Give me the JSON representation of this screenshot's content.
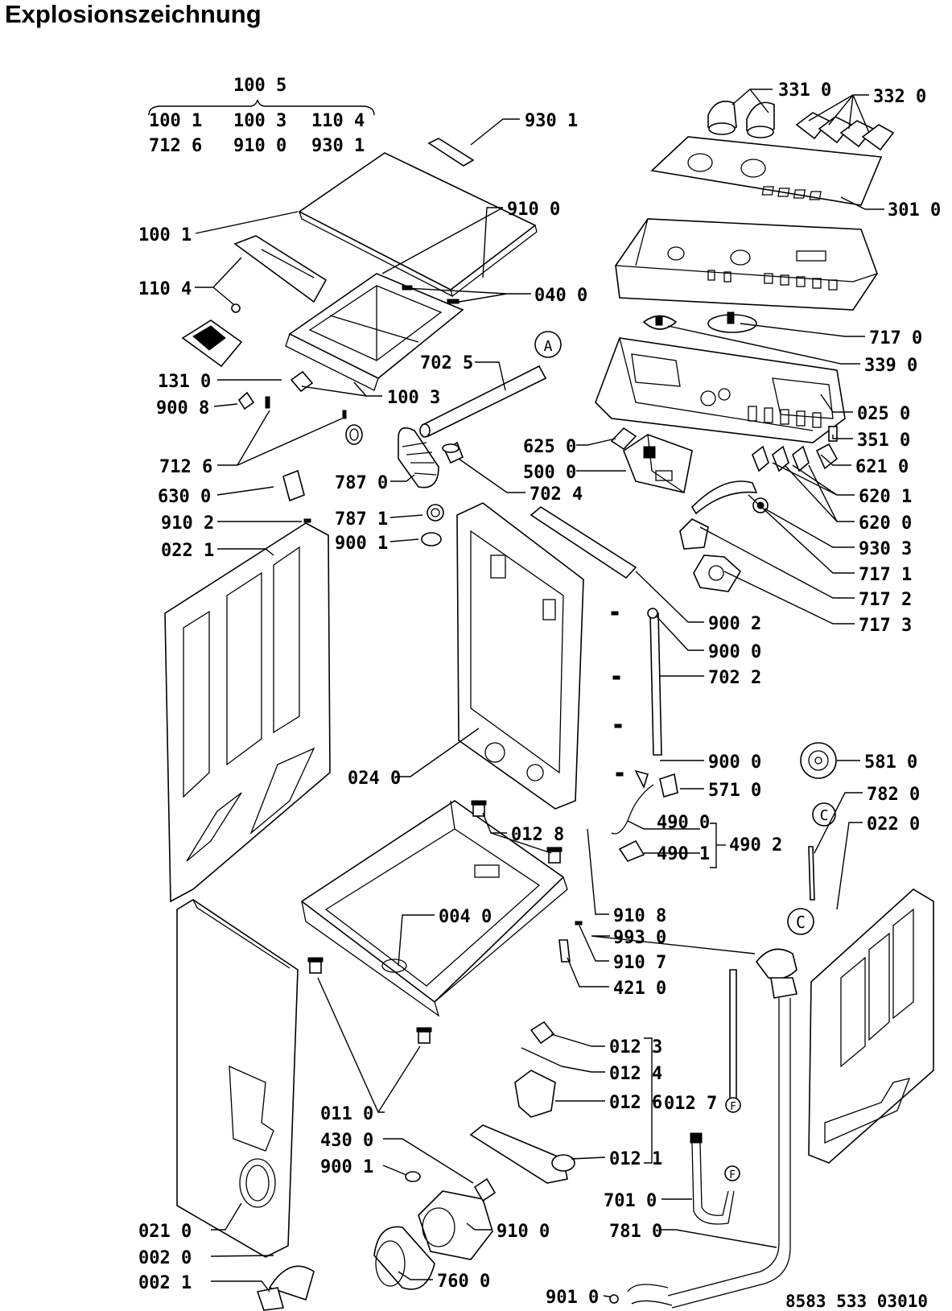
{
  "title": "Explosionszeichnung",
  "document_number": "8583 533 03010",
  "kit_group": {
    "code": "100 5",
    "members_row1": [
      "100 1",
      "100 3",
      "110 4"
    ],
    "members_row2": [
      "712 6",
      "910 0",
      "930 1"
    ]
  },
  "bracket_groups": [
    {
      "code": "490 2",
      "members": [
        "490 0",
        "490 1"
      ]
    },
    {
      "code": "012 7",
      "members": [
        "012 3",
        "012 4",
        "012 6",
        "012 1"
      ]
    }
  ],
  "part_labels": [
    "930 1",
    "331 0",
    "332 0",
    "301 0",
    "910 0",
    "100 1",
    "110 4",
    "040 0",
    "717 0",
    "702 5",
    "339 0",
    "131 0",
    "100 3",
    "900 8",
    "025 0",
    "625 0",
    "351 0",
    "500 0",
    "621 0",
    "712 6",
    "787 0",
    "702 4",
    "620 1",
    "630 0",
    "787 1",
    "620 0",
    "910 2",
    "900 1",
    "930 3",
    "022 1",
    "717 1",
    "717 2",
    "717 3",
    "900 2",
    "900 0",
    "702 2",
    "900 0",
    "024 0",
    "581 0",
    "571 0",
    "782 0",
    "012 8",
    "022 0",
    "004 0",
    "910 8",
    "993 0",
    "910 7",
    "421 0",
    "011 0",
    "430 0",
    "900 1",
    "701 0",
    "021 0",
    "910 0",
    "781 0",
    "002 0",
    "002 1",
    "760 0",
    "901 0"
  ],
  "callout_markers": [
    "A",
    "C",
    "C",
    "F",
    "F"
  ]
}
